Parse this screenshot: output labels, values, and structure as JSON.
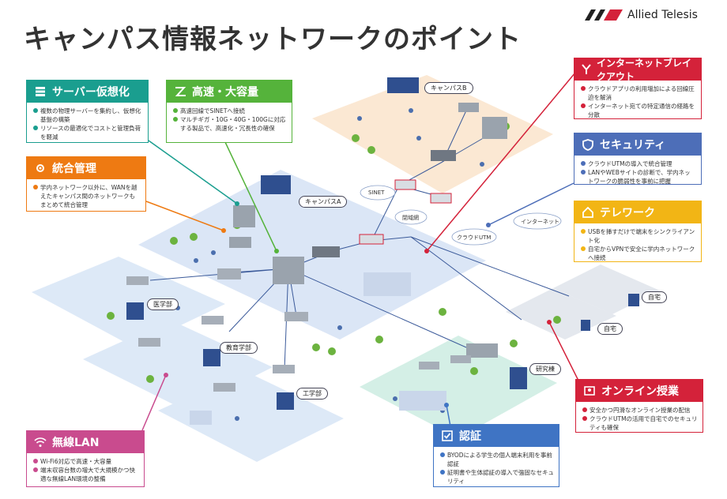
{
  "title": "キャンパス情報ネットワークのポイント",
  "brand": {
    "name": "Allied Telesis"
  },
  "colors": {
    "teal": "#1a9e8f",
    "green": "#55b33b",
    "orange": "#ee7a12",
    "red": "#d4223a",
    "blue": "#4d6eb8",
    "yellow": "#f2b515",
    "pink": "#c94b8e",
    "blue2": "#3f74c4"
  },
  "callouts": {
    "server": {
      "title": "サーバー仮想化",
      "icon": "server-icon",
      "items": [
        "複数の物理サーバーを集約し、仮想化基盤の構築",
        "リソースの最適化でコストと管理負荷を軽減"
      ]
    },
    "speed": {
      "title": "高速・大容量",
      "icon": "speed-icon",
      "items": [
        "高速回線でSINETへ接続",
        "マルチギガ・10G・40G・100Gに対応する製品で、高速化・冗長性の確保"
      ]
    },
    "integrated": {
      "title": "統合管理",
      "icon": "gear-icon",
      "items": [
        "学内ネットワーク以外に、WANを越えたキャンパス間のネットワークもまとめて統合管理"
      ]
    },
    "breakout": {
      "title": "インターネットブレイクアウト",
      "icon": "y-split-icon",
      "items": [
        "クラウドアプリの利用増加による回線圧迫を解消",
        "インターネット宛ての特定通信の経路を分散"
      ]
    },
    "security": {
      "title": "セキュリティ",
      "icon": "shield-icon",
      "items": [
        "クラウドUTMの導入で統合管理",
        "LANやWEBサイトの診断で、学内ネットワークの脆弱性を事前に把握"
      ]
    },
    "telework": {
      "title": "テレワーク",
      "icon": "home-icon",
      "items": [
        "USBを挿すだけで端末をシンクライアント化",
        "自宅からVPNで安全に学内ネットワークへ接続"
      ]
    },
    "online": {
      "title": "オンライン授業",
      "icon": "video-icon",
      "items": [
        "安全かつ円滑なオンライン授業の配信",
        "クラウドUTMの活用で自宅でのセキュリティも確保"
      ]
    },
    "auth": {
      "title": "認証",
      "icon": "check-icon",
      "items": [
        "BYODによる学生の個人端末利用を事前認証",
        "証明書や生体認証の導入で強固なセキュリティ"
      ]
    },
    "wireless": {
      "title": "無線LAN",
      "icon": "wifi-icon",
      "items": [
        "Wi-Fi6対応で高速・大容量",
        "端末収容台数の増大で大規模かつ快適な無線LAN環境の整備"
      ]
    }
  },
  "labels": {
    "campusB": "キャンパスB",
    "campusA": "キャンパスA",
    "sinet": "SINET",
    "closed": "閉域網",
    "cloudutm": "クラウドUTM",
    "internet": "インターネット",
    "medical": "医学部",
    "education": "教育学部",
    "engineering": "工学部",
    "research": "研究棟",
    "home1": "自宅",
    "home2": "自宅"
  }
}
